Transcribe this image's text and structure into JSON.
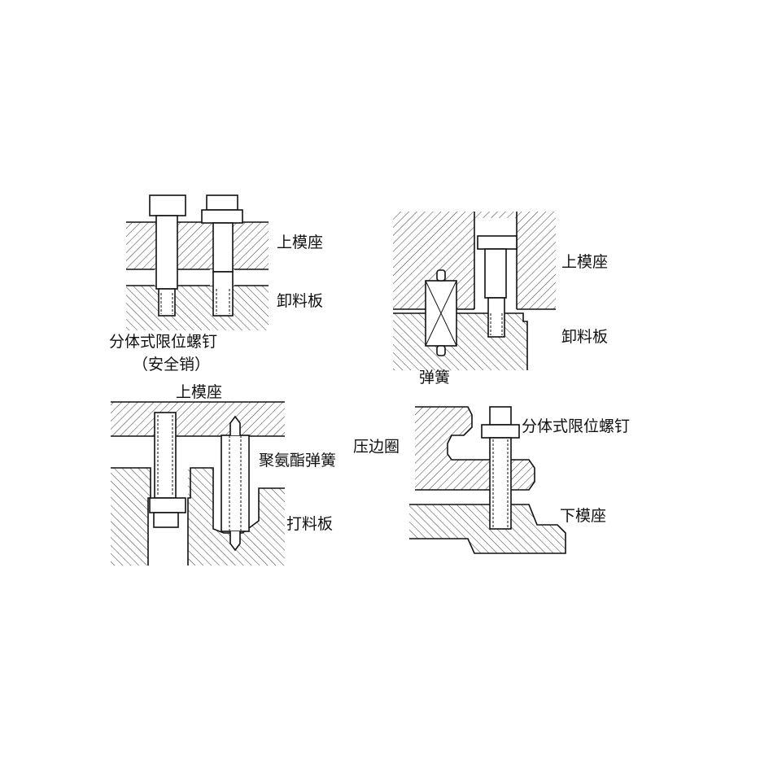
{
  "colors": {
    "line": "#111111",
    "background": "#ffffff",
    "hatch": "#222222"
  },
  "panel_top_left": {
    "upper_die_seat": "上模座",
    "stripper_plate": "卸料板",
    "caption_line1": "分体式限位螺钉",
    "caption_line2": "（安全销）"
  },
  "panel_top_right": {
    "upper_die_seat": "上模座",
    "stripper_plate": "卸料板",
    "spring": "弹簧"
  },
  "panel_bottom_left": {
    "upper_die_seat": "上模座",
    "polyurethane_spring": "聚氨酯弹簧",
    "knockout_plate": "打料板"
  },
  "panel_bottom_right": {
    "blank_holder": "压边圈",
    "limit_screw": "分体式限位螺钉",
    "lower_die_seat": "下模座"
  }
}
